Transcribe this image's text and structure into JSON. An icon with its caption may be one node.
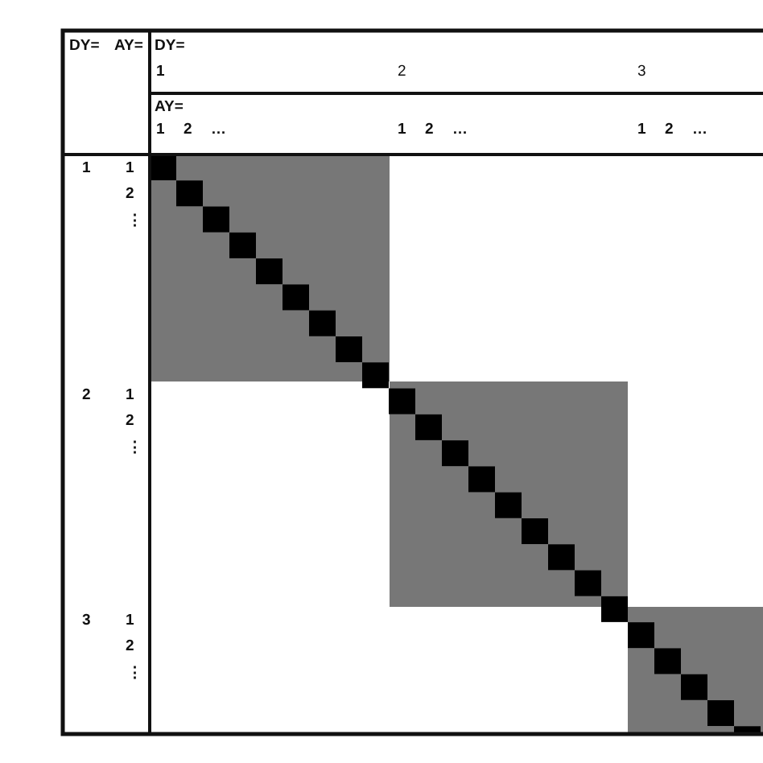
{
  "diagram": {
    "labels": [
      "DY=",
      "AY=",
      "DY=",
      "1",
      "2",
      "3",
      "AY=",
      "1",
      "2",
      "…",
      "1",
      "2",
      "…",
      "1",
      "2",
      "…",
      "1",
      "1",
      "2",
      "⋮",
      "2",
      "1",
      "2",
      "⋮",
      "3",
      "1",
      "2",
      "⋮"
    ]
  }
}
